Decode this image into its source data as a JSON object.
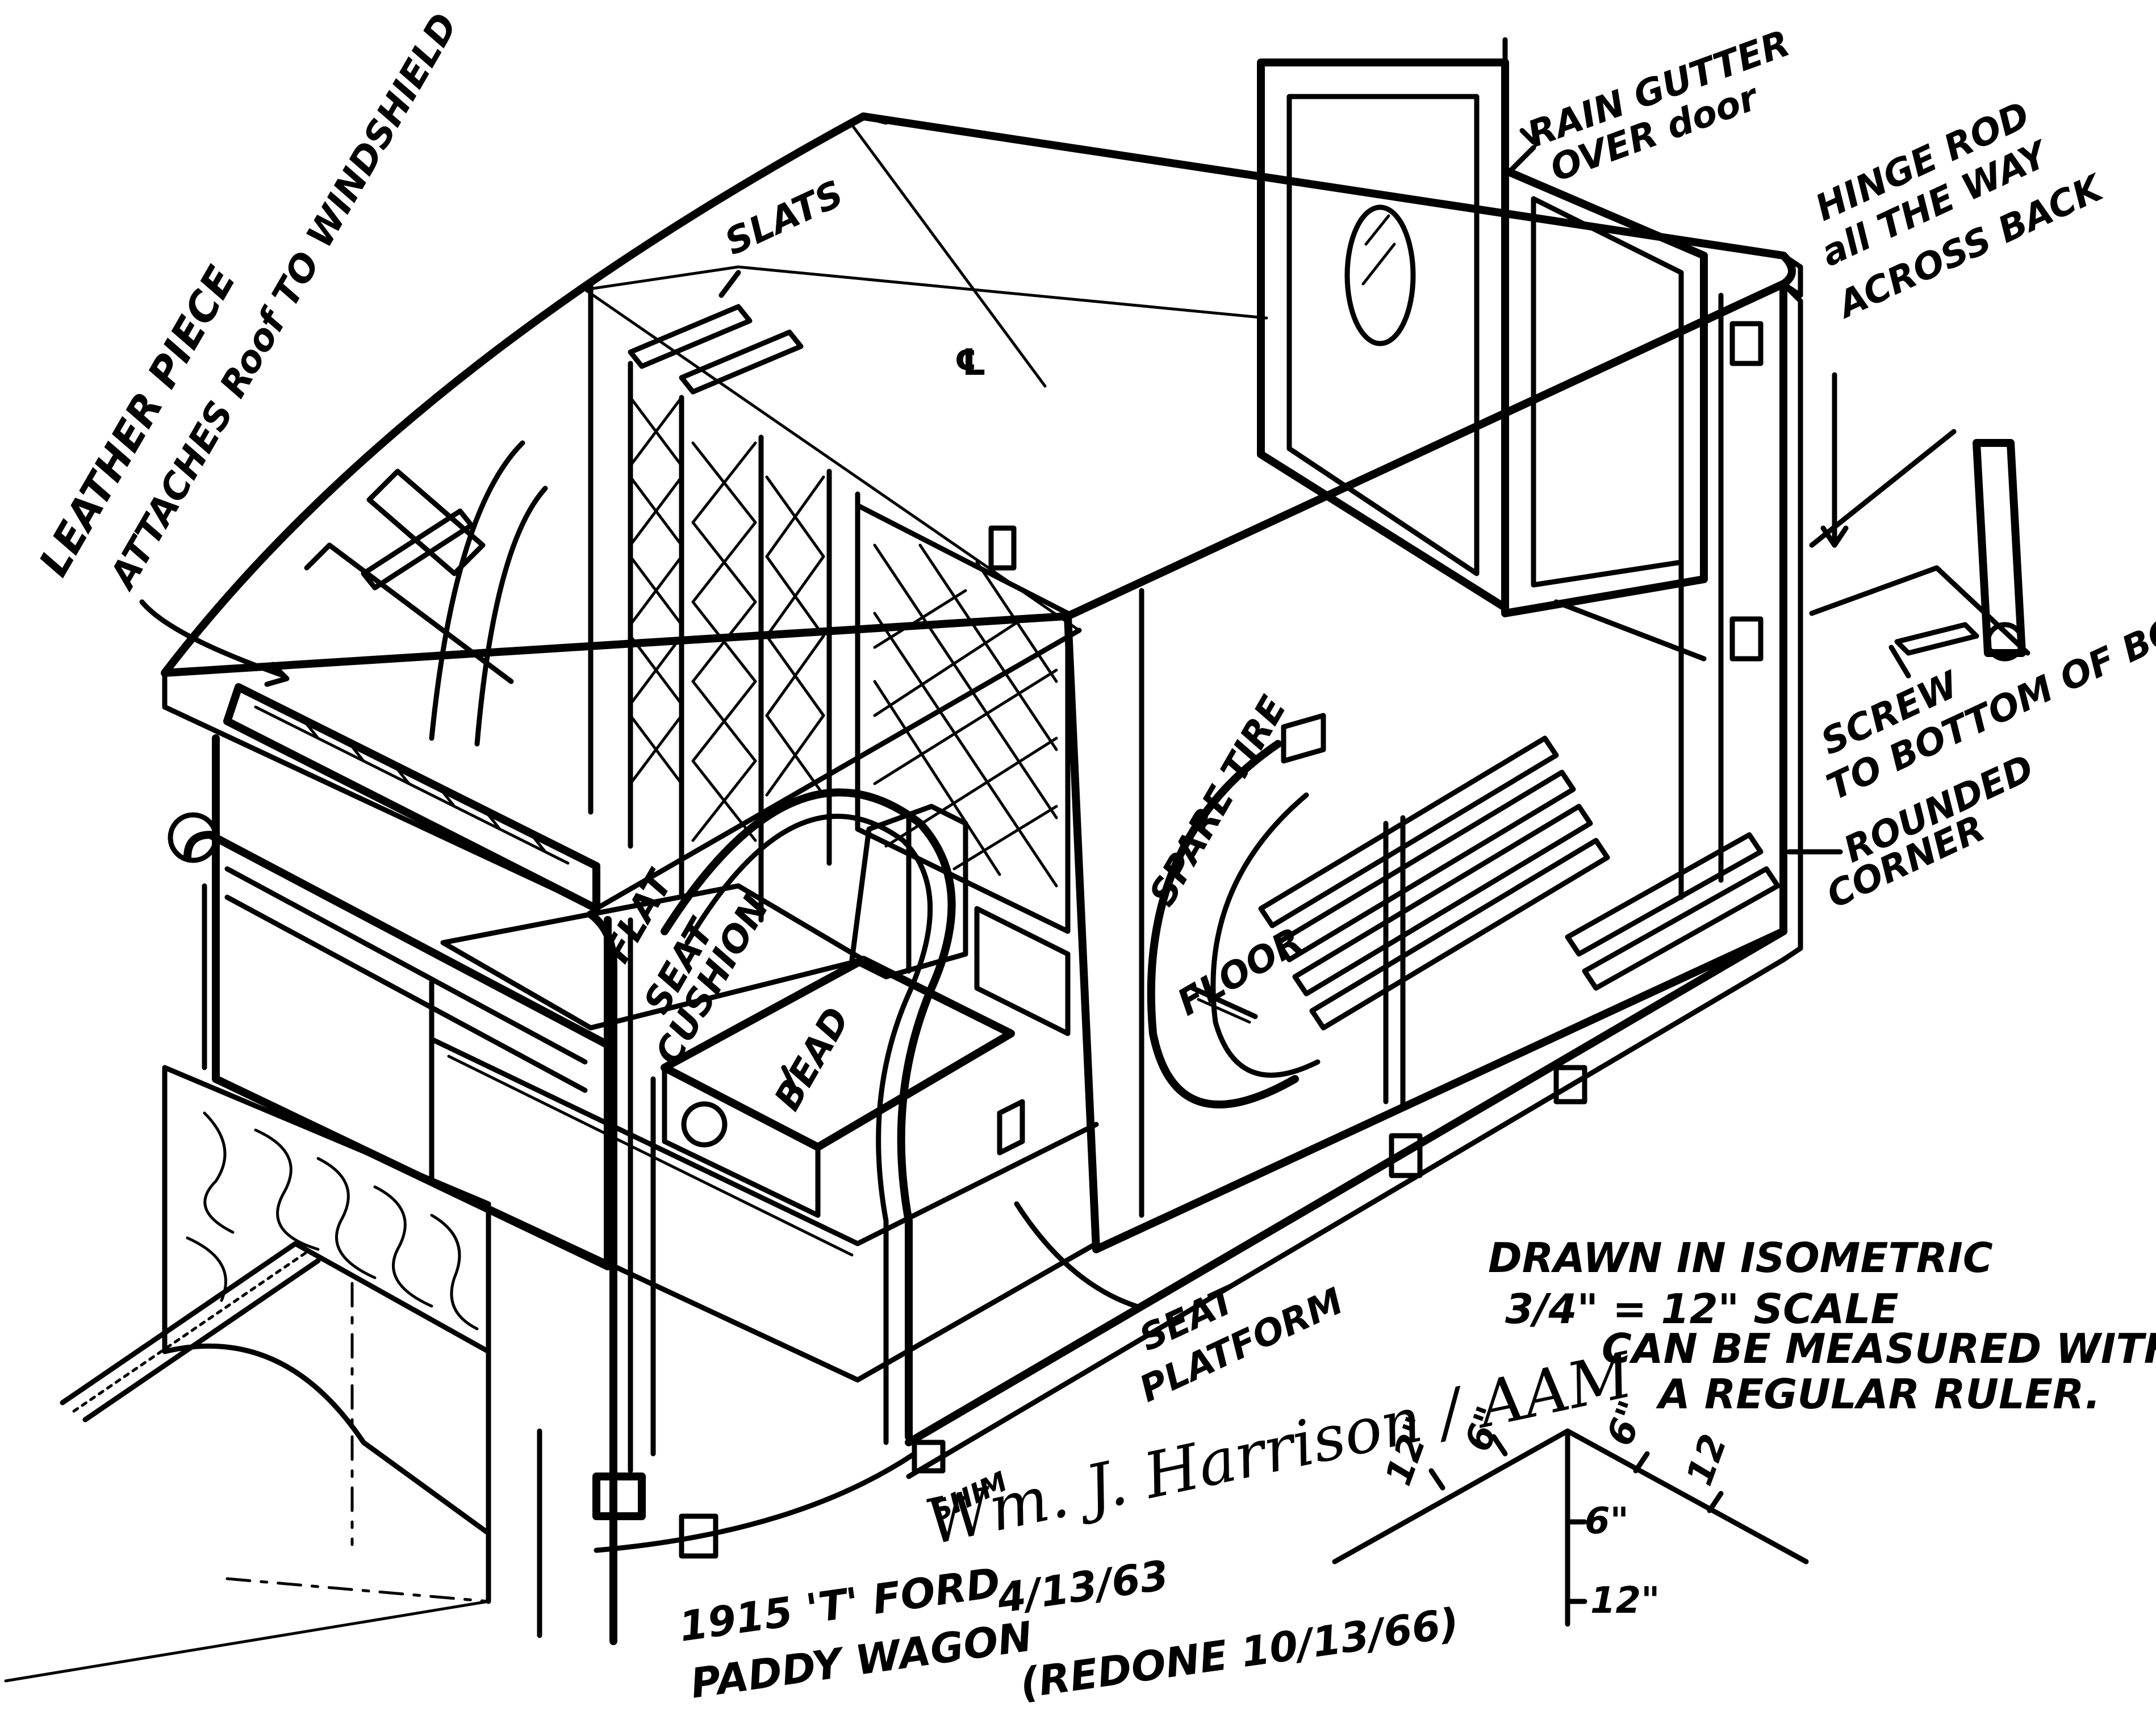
{
  "labels": {
    "leather_piece_1": "LEATHER PIECE",
    "leather_piece_2": "ATTACHES Roof TO WINDSHIELD",
    "slats": "SLATS",
    "rain_gutter_1": "RAIN GUTTER",
    "rain_gutter_2": "OVER door",
    "hinge_rod_1": "HINGE ROD",
    "hinge_rod_2": "all THE WAY",
    "hinge_rod_3": "ACROSS BACK",
    "screw_1": "SCREW",
    "screw_2": "TO BOTTOM OF BODY",
    "rounded_1": "ROUNDED",
    "rounded_2": "CORNER",
    "spare_tire": "SPARE TIRE",
    "floor": "FLOOR",
    "flat_seat_1": "FLAT",
    "flat_seat_2": "SEAT",
    "flat_seat_3": "CUSHION",
    "bead": "BEAD",
    "seat_platform_1": "SEAT",
    "seat_platform_2": "PLATFORM",
    "shim": "SHIM",
    "centerline": "℄"
  },
  "notes": {
    "drawn_1": "DRAWN IN ISOMETRIC",
    "drawn_2": "3/4\" = 12\" SCALE",
    "drawn_3": "CAN BE MEASURED WITH",
    "drawn_4": "A REGULAR RULER."
  },
  "scale_marks": {
    "left_12": "12\"",
    "left_6": "6\"",
    "right_6": "6\"",
    "right_12": "12",
    "down_6": "6\"",
    "down_12": "12\""
  },
  "title_block": {
    "signature": "Wm. J. Harrison / AAM",
    "date": "4/13/63",
    "redone": "(REDONE 10/13/66)",
    "title_1": "1915 'T' FORD",
    "title_2": "PADDY WAGON"
  }
}
